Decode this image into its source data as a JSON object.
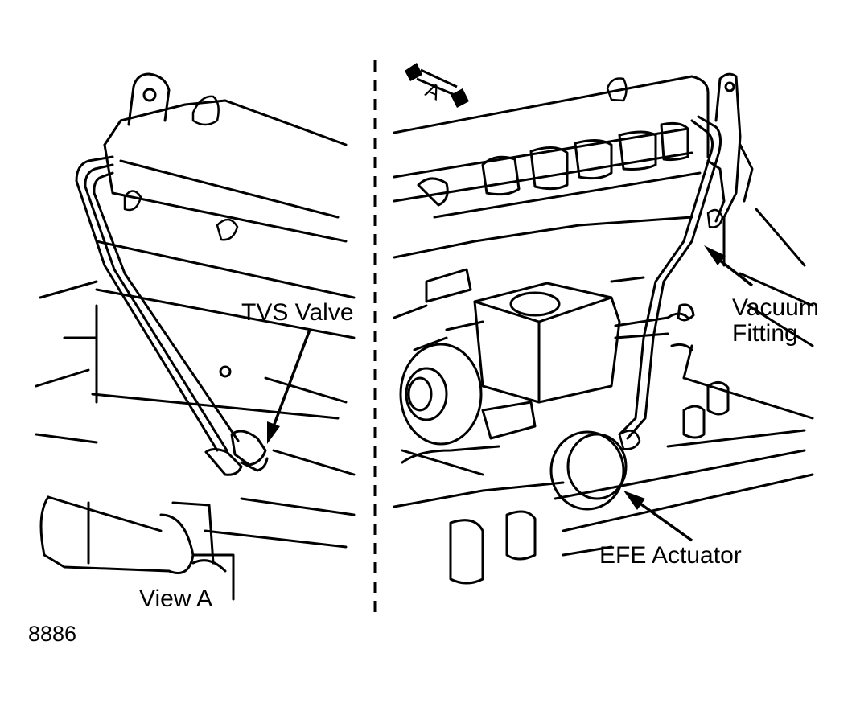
{
  "diagram": {
    "labels": {
      "tvs_valve": "TVS Valve",
      "view_a": "View A",
      "vacuum_fitting_line1": "Vacuum",
      "vacuum_fitting_line2": "Fitting",
      "efe_actuator": "EFE Actuator",
      "view_marker": "A"
    },
    "figure_number": "8886",
    "ink_color": "#000000",
    "paper_color": "#ffffff"
  }
}
